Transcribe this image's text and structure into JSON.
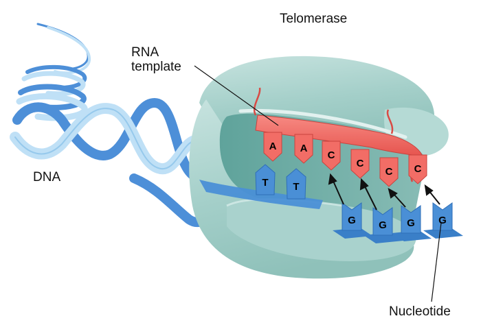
{
  "labels": {
    "telomerase": "Telomerase",
    "rna_line1": "RNA",
    "rna_line2": "template",
    "dna": "DNA",
    "nucleotide": "Nucleotide"
  },
  "rna_bases": [
    "A",
    "A",
    "C",
    "C",
    "C",
    "C"
  ],
  "dna_bases": [
    "T",
    "T"
  ],
  "free_nucleotides": [
    "G",
    "G",
    "G",
    "G"
  ],
  "colors": {
    "enzyme": "#a9d2cd",
    "enzyme_shadow": "#7fb8b1",
    "rna": "#f26d66",
    "dna_light": "#bfe0f6",
    "dna_dark": "#4d8fd8",
    "nucleotide": "#4a8fd6"
  }
}
